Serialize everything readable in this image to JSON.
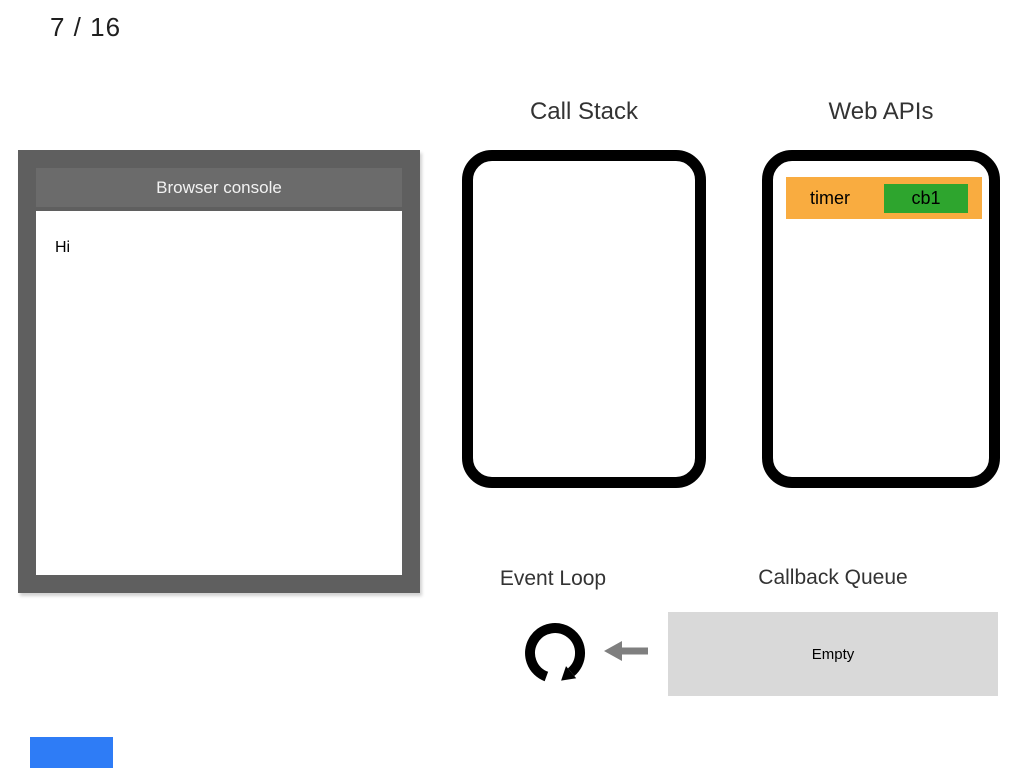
{
  "slide": {
    "counter": "7 / 16"
  },
  "console": {
    "title": "Browser console",
    "log_lines": [
      "Hi"
    ]
  },
  "call_stack": {
    "title": "Call Stack",
    "items": []
  },
  "web_apis": {
    "title": "Web APIs",
    "tasks": [
      {
        "label": "timer",
        "callback": "cb1"
      }
    ]
  },
  "event_loop": {
    "title": "Event Loop",
    "icon": "clockwise-loop-arrow-icon"
  },
  "callback_queue": {
    "title": "Callback Queue",
    "status": "Empty",
    "arrow_icon": "left-arrow-icon"
  },
  "colors": {
    "console_frame": "#5F5F5F",
    "console_header": "#6B6B6B",
    "task_bar_orange": "#F9AC40",
    "callback_green": "#2EA52E",
    "queue_gray": "#D9D9D9",
    "arrow_gray": "#7F7F7F",
    "box_border_black": "#000000",
    "bottom_blue": "#2E7CF6"
  }
}
